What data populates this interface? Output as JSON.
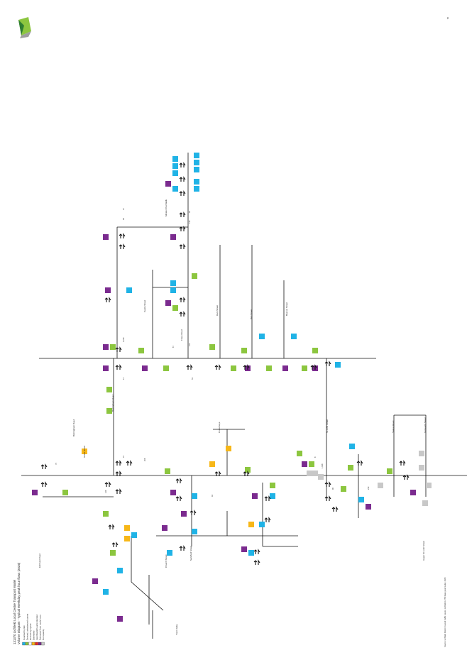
{
  "header": {
    "page_ref": "01"
  },
  "title_block": {
    "line1": "131370 Lichfield Local Centre Transport Model",
    "line2": "Volume Diagram - Typical Weekday peak hour flows (2025)"
  },
  "legend": {
    "items": [
      {
        "label": "Counted by link",
        "color": "#20b3e6"
      },
      {
        "label": "Derived, unbalanced counts",
        "color": "#8cc63f"
      },
      {
        "label": "Derived by hybrid",
        "color": "#ffffff"
      },
      {
        "label": "Estimated",
        "color": "#f7b718"
      },
      {
        "label": "Zero/blank/Counts blended",
        "color": "#e8261f"
      },
      {
        "label": "Estimated from model runs",
        "color": "#7b2b8f"
      },
      {
        "label": "No capacity",
        "color": "#c8c8c8"
      }
    ]
  },
  "streets": [
    "Elmhurst Road",
    "Birmingham Road",
    "Birmingham Road",
    "Castle Street",
    "Minster Pool Walk",
    "Friary Road",
    "Dam Street",
    "Bird Street",
    "Beacon Street",
    "St John Street",
    "Station Road",
    "Tamworth Street",
    "Cross Keys",
    "Church Street",
    "Upper St John Street",
    "Trent Valley",
    "Stowe Street",
    "Sandford Street"
  ],
  "counts": [
    "27",
    "18",
    "44",
    "139",
    "1,240",
    "67",
    "152",
    "12",
    "53",
    "206",
    "31",
    "8",
    "1,038",
    "96",
    "75",
    "129",
    "44",
    "230"
  ],
  "footer": {
    "note": "Source: Lichfield District Council traffic counts; Lichfield LCTM base year model, 2025"
  },
  "colors": {
    "blue": "#20b3e6",
    "green": "#8cc63f",
    "orange": "#f7b718",
    "purple": "#7b2b8f",
    "grey": "#c8c8c8",
    "red": "#e8261f"
  }
}
